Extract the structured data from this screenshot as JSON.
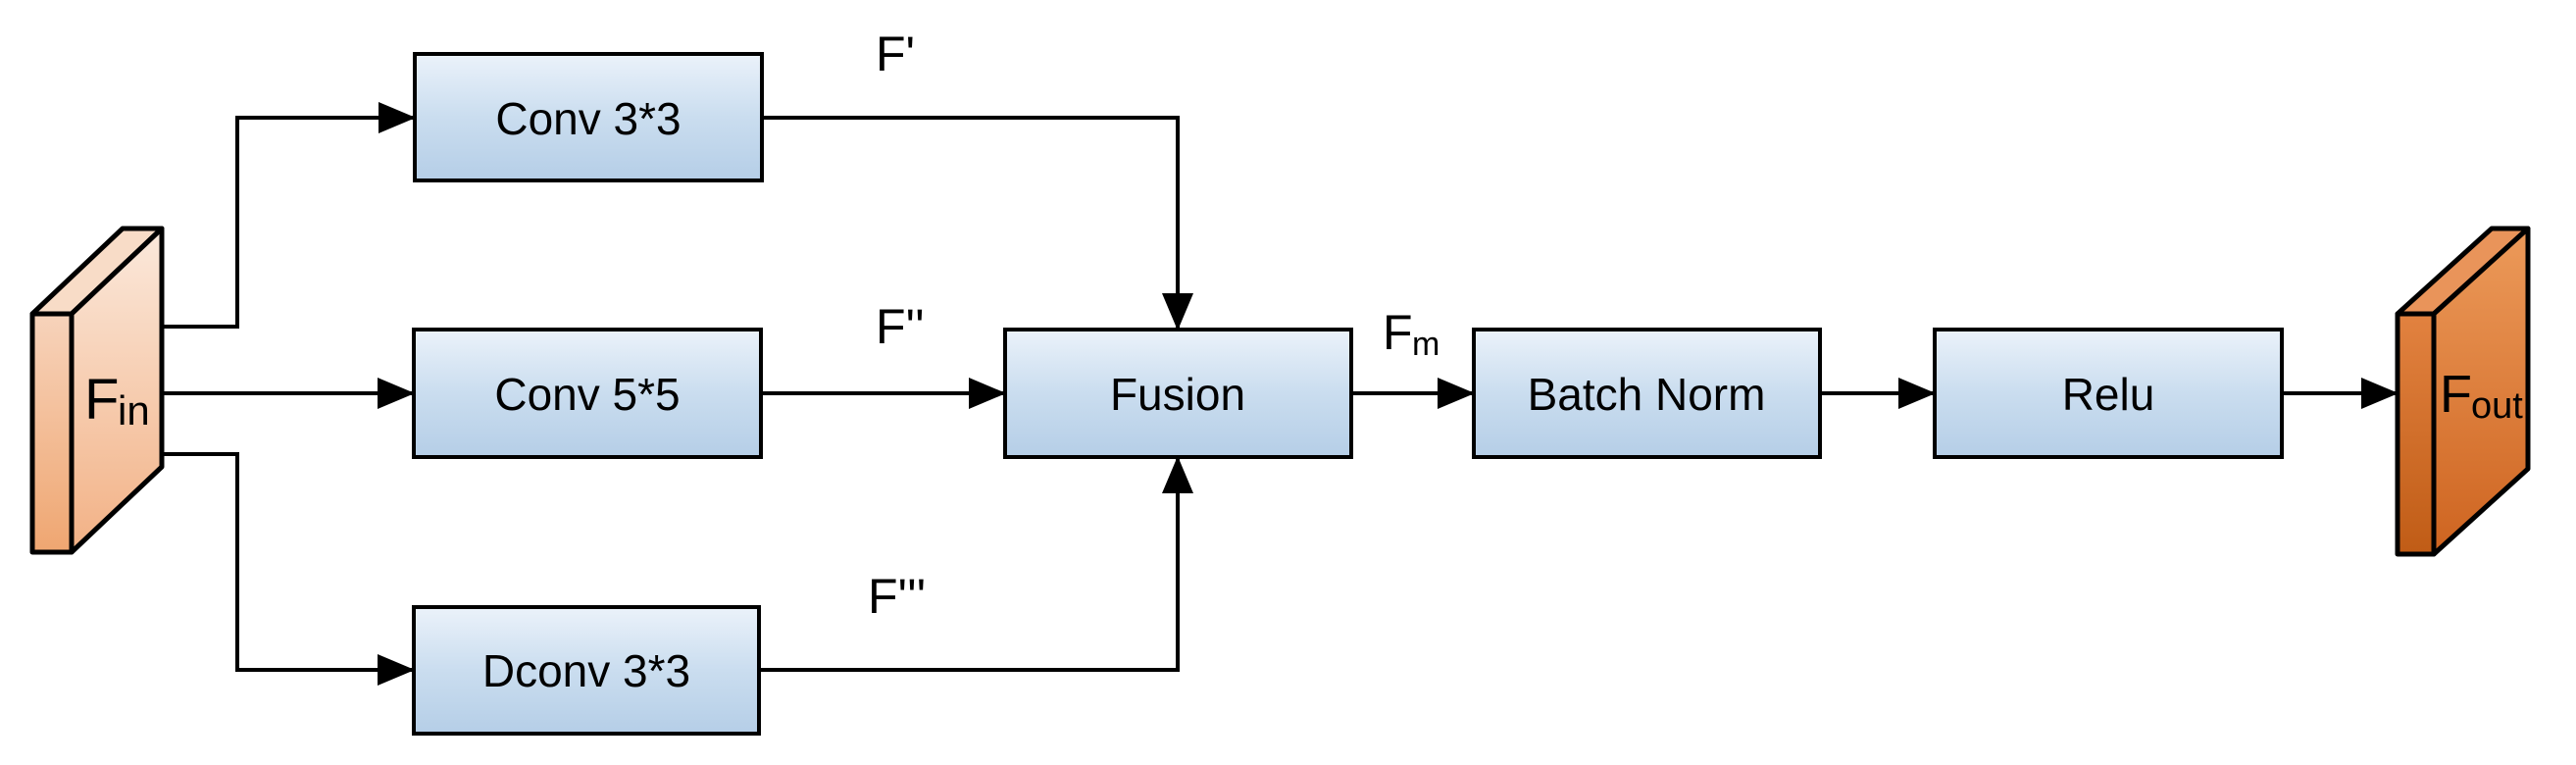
{
  "diagram": {
    "input": {
      "main": "F",
      "sub": "in"
    },
    "output": {
      "main": "F",
      "sub": "out"
    },
    "branches": [
      {
        "box": "Conv 3*3",
        "wire": "F'"
      },
      {
        "box": "Conv 5*5",
        "wire": "F''"
      },
      {
        "box": "Dconv 3*3",
        "wire": "F'''"
      }
    ],
    "fusion_label": "Fusion",
    "fused_wire": {
      "main": "F",
      "sub": "m"
    },
    "batchnorm_label": "Batch Norm",
    "relu_label": "Relu"
  },
  "colors": {
    "box_top": "#EBF2FA",
    "box_mid": "#CADDEF",
    "box_bottom": "#B5CEE7",
    "fin_face_top": "#FBE9DC",
    "fin_face_bottom": "#F2B185",
    "fin_side_top": "#F7D3BB",
    "fin_side_bottom": "#EFA671",
    "fin_topface": "#F8DCC7",
    "fout_face_top": "#EC9A5A",
    "fout_face_bottom": "#CE6420",
    "fout_side_top": "#E28240",
    "fout_side_bottom": "#C05C16",
    "fout_topface": "#E9945A",
    "line": "#000000"
  }
}
